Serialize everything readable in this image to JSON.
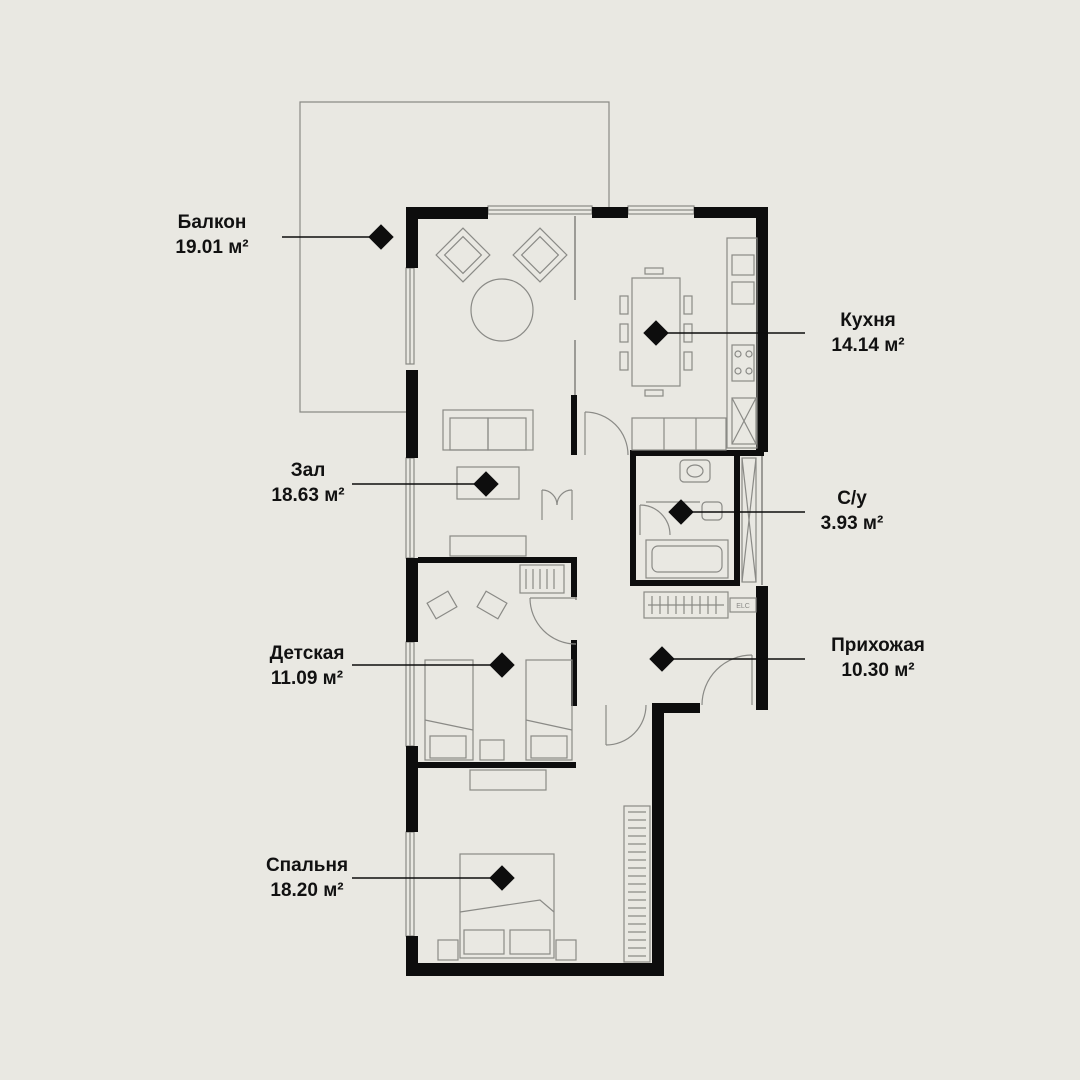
{
  "rooms": [
    {
      "id": "balcony",
      "name": "Балкон",
      "area": "19.01 м²"
    },
    {
      "id": "kitchen",
      "name": "Кухня",
      "area": "14.14 м²"
    },
    {
      "id": "hall",
      "name": "Зал",
      "area": "18.63 м²"
    },
    {
      "id": "bathroom",
      "name": "С/у",
      "area": "3.93 м²"
    },
    {
      "id": "kids",
      "name": "Детская",
      "area": "11.09 м²"
    },
    {
      "id": "hallway",
      "name": "Прихожая",
      "area": "10.30 м²"
    },
    {
      "id": "bedroom",
      "name": "Спальня",
      "area": "18.20 м²"
    }
  ],
  "fixtures": {
    "boiler_label": "ELC"
  },
  "colors": {
    "background": "#e9e8e2",
    "wall": "#0d0d0d",
    "furniture": "#8a8a86",
    "marker": "#0d0d0d"
  }
}
